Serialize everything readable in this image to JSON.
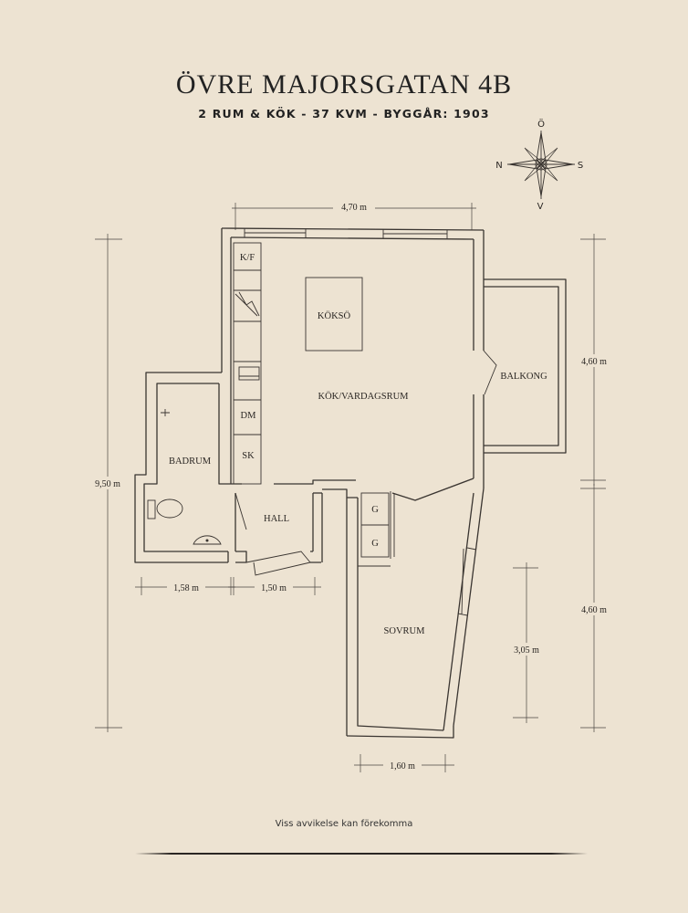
{
  "header": {
    "title": "ÖVRE MAJORSGATAN 4B",
    "subtitle": "2 RUM & KÖK  -  37 KVM  -  BYGGÅR: 1903"
  },
  "compass": {
    "north": "Ö",
    "south": "V",
    "west": "N",
    "east": "S"
  },
  "rooms": {
    "kitchen_living": "KÖK/VARDAGSRUM",
    "kitchen_island": "KÖKSÖ",
    "balcony": "BALKONG",
    "bathroom": "BADRUM",
    "hall": "HALL",
    "bedroom": "SOVRUM"
  },
  "fixtures": {
    "fridge": "K/F",
    "dishwasher": "DM",
    "cabinet": "SK",
    "wardrobe_1": "G",
    "wardrobe_2": "G"
  },
  "dimensions": {
    "top_width": "4,70 m",
    "total_height": "9,50 m",
    "balcony_side": "4,60 m",
    "bedroom_side": "4,60 m",
    "bedroom_length": "3,05 m",
    "bathroom_width": "1,58 m",
    "hall_width": "1,50 m",
    "bedroom_width": "1,60 m"
  },
  "footer": {
    "note": "Viss avvikelse kan förekomma"
  },
  "colors": {
    "background": "#ede3d2",
    "ink": "#2a2623"
  }
}
